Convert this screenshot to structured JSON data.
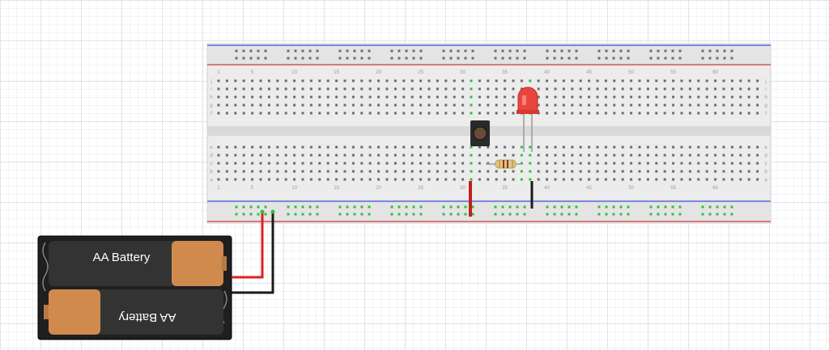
{
  "workspace": {
    "view": "breadboard",
    "colors": {
      "grid_major": "#dfe3e8",
      "grid_minor": "#f1f3f5",
      "board": "#e9e9e9",
      "rail_blue": "#3b55d9",
      "rail_red": "#d23a3a",
      "hole": "#6b6b6b",
      "hole_active": "#2fbf3a",
      "wire_red": "#e02020",
      "wire_black": "#1a1a1a",
      "led": "#e8453c",
      "battery_holder": "#1f1f1f",
      "battery_cell": "#3a3a3a",
      "battery_cap": "#d08a4e"
    }
  },
  "breadboard": {
    "column_numbers": [
      "1",
      "5",
      "10",
      "15",
      "20",
      "25",
      "30",
      "35",
      "40",
      "45",
      "50",
      "55",
      "60"
    ],
    "row_letters_top": [
      "j",
      "i",
      "h",
      "g",
      "f"
    ],
    "row_letters_bottom": [
      "e",
      "d",
      "c",
      "b",
      "a"
    ]
  },
  "components": {
    "battery_pack": {
      "cell_1_label": "AA Battery",
      "cell_2_label": "AA Battery",
      "cell_count": 2
    },
    "push_button": {
      "icon": "pushbutton-icon"
    },
    "resistor": {
      "icon": "resistor-icon",
      "bands": [
        "#d4a43a",
        "#8a3a1e",
        "#8a3a1e",
        "#c9a24a"
      ]
    },
    "led": {
      "icon": "led-icon",
      "color": "red"
    },
    "wires": [
      {
        "name": "battery-positive-wire",
        "color": "red"
      },
      {
        "name": "battery-negative-wire",
        "color": "black"
      },
      {
        "name": "switch-to-rail-wire",
        "color": "red"
      },
      {
        "name": "led-cathode-to-rail-wire",
        "color": "black"
      }
    ]
  }
}
